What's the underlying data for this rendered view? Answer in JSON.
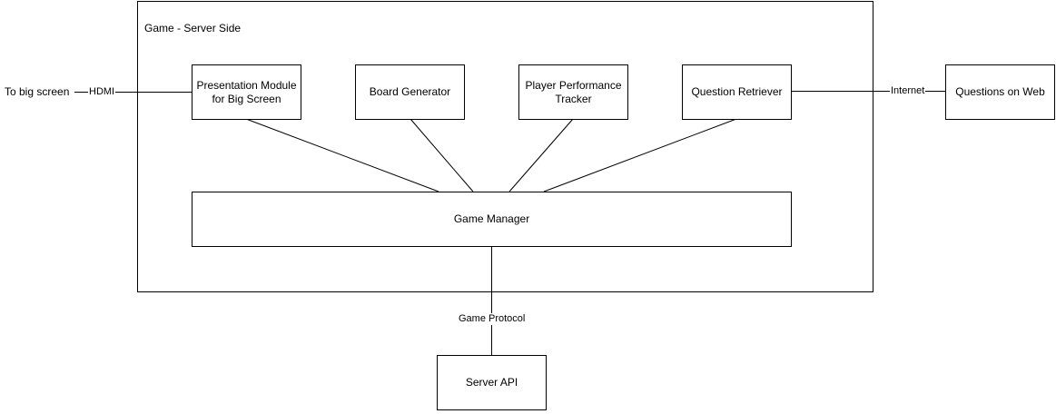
{
  "container": {
    "title": "Game - Server Side"
  },
  "modules": {
    "presentation": "Presentation Module\nfor Big Screen",
    "board_generator": "Board Generator",
    "player_tracker": "Player Performance\nTracker",
    "question_retriever": "Question Retriever",
    "game_manager": "Game Manager"
  },
  "external": {
    "questions_web": "Questions on Web",
    "server_api": "Server API",
    "big_screen": "To big screen"
  },
  "edges": {
    "hdmi": "HDMI",
    "internet": "Internet",
    "game_protocol": "Game Protocol"
  }
}
